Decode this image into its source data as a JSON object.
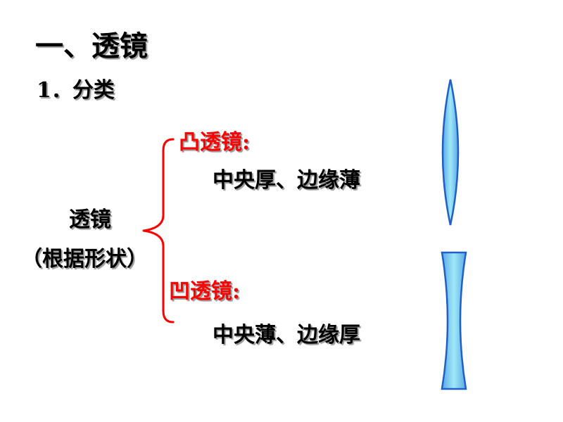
{
  "slide": {
    "heading": "一、透镜",
    "subheading": "1．分类",
    "lens_word": "透镜",
    "classification_basis": "（根据形状）",
    "convex": {
      "title": "凸透镜:",
      "description": "中央厚、边缘薄"
    },
    "concave": {
      "title": "凹透镜:",
      "description": "中央薄、边缘厚"
    }
  },
  "colors": {
    "accent_red": "#ff0000",
    "lens_fill_center": "#9fe8f6",
    "lens_fill_edge": "#5aa8e8",
    "lens_stroke": "#1f5fc8"
  },
  "illustrations": {
    "convex_lens": "convex-lens-icon",
    "concave_lens": "concave-lens-icon"
  }
}
